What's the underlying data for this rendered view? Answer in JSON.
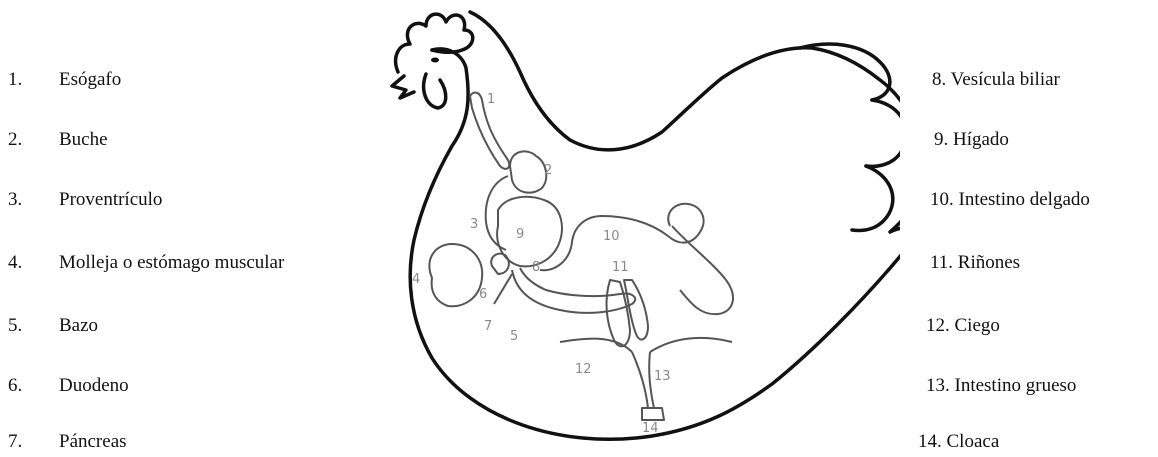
{
  "legend_left": [
    {
      "num": "1.",
      "label": "Esógafo"
    },
    {
      "num": "2.",
      "label": "Buche"
    },
    {
      "num": "3.",
      "label": "Proventrículo"
    },
    {
      "num": "4.",
      "label": "Molleja o estómago muscular"
    },
    {
      "num": "5.",
      "label": "Bazo"
    },
    {
      "num": "6.",
      "label": "Duodeno"
    },
    {
      "num": "7.",
      "label": "Páncreas"
    }
  ],
  "legend_right": [
    {
      "text": "8. Vesícula biliar"
    },
    {
      "text": "9. Hígado"
    },
    {
      "text": "10. Intestino delgado"
    },
    {
      "text": "11. Riñones"
    },
    {
      "text": "12. Ciego"
    },
    {
      "text": "13. Intestino grueso"
    },
    {
      "text": "14. Cloaca"
    }
  ],
  "diagram_labels": [
    "1",
    "2",
    "3",
    "4",
    "5",
    "6",
    "7",
    "8",
    "9",
    "10",
    "11",
    "12",
    "13",
    "14"
  ]
}
